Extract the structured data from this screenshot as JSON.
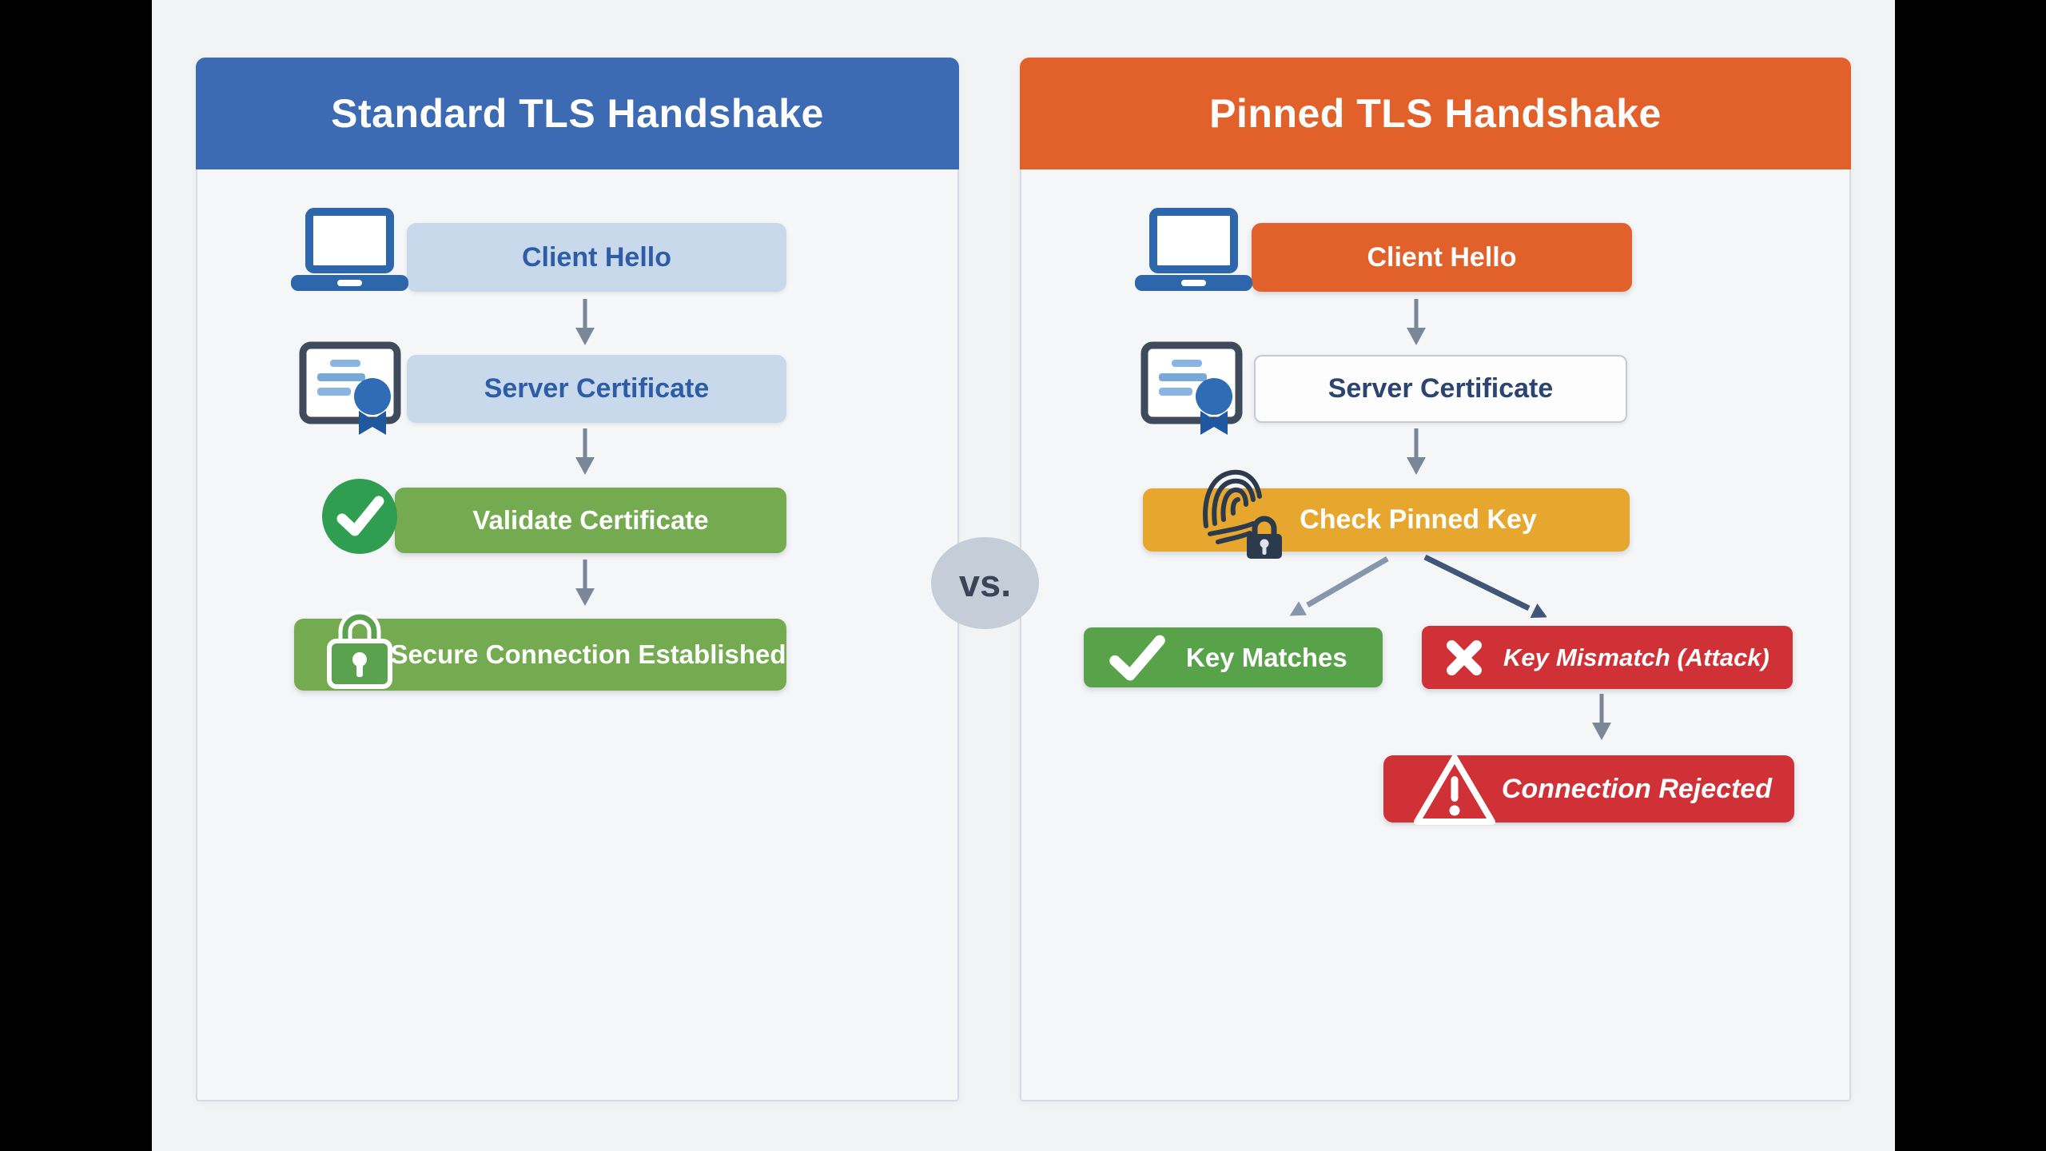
{
  "colors": {
    "blue_header": "#3c6ab3",
    "orange_header": "#e2602a",
    "light_blue": "#c8d9ec",
    "blue_text": "#2e5da6",
    "laptop_blue": "#2e66ab",
    "green_bar": "#74aa50",
    "green_circle": "#2f9e50",
    "green_box": "#58a34a",
    "amber": "#e7a72f",
    "red": "#cf3136",
    "navy_icon": "#2c3a4e",
    "arrow_gray": "#7b8798",
    "branch_light": "#8696ad",
    "branch_dark": "#3f5679",
    "vs_bg": "#c5cdd8",
    "vs_text": "#394457",
    "panel_bg": "#f5f6f8",
    "canvas_bg": "#f2f3f5",
    "panel_border": "#d7dae2"
  },
  "vs": {
    "label": "vs."
  },
  "left": {
    "title": "Standard TLS Handshake",
    "steps": {
      "client_hello": "Client Hello",
      "server_certificate": "Server Certificate",
      "validate_certificate": "Validate Certificate",
      "secure_connection": "Secure Connection Established"
    }
  },
  "right": {
    "title": "Pinned TLS Handshake",
    "steps": {
      "client_hello": "Client Hello",
      "server_certificate": "Server Certificate",
      "check_pinned_key": "Check Pinned Key",
      "key_matches": "Key Matches",
      "key_mismatch_prefix": "Key",
      "key_mismatch_italic": "Mismatch (Attack)",
      "connection_rejected": "Connection Rejected"
    }
  }
}
